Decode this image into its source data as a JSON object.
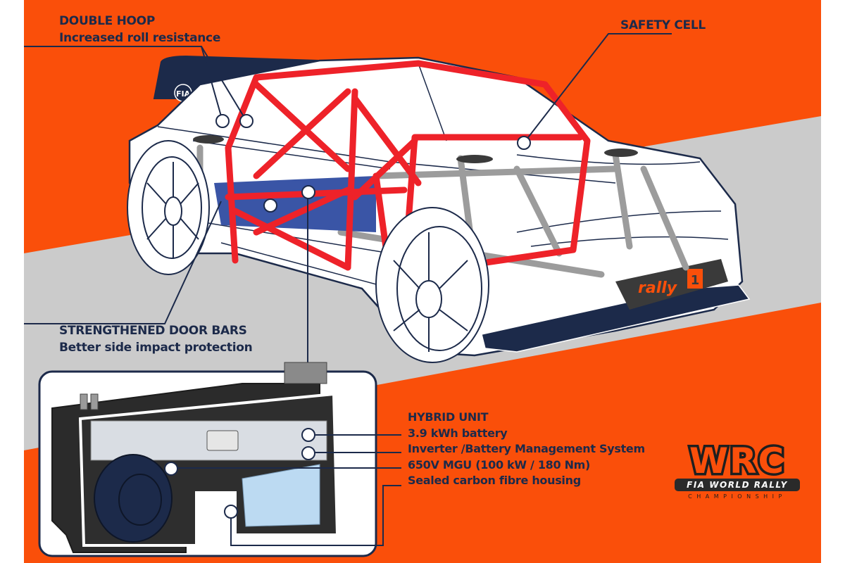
{
  "colors": {
    "background_orange": "#fa4f0a",
    "band_gray": "#cbcbcb",
    "navy": "#1c2a4a",
    "cage_red": "#ee2229",
    "cage_gray": "#9c9c9c",
    "panel_blue": "#3a55a6",
    "coolant_blue": "#bcdaf2"
  },
  "callouts": {
    "double_hoop": {
      "title": "DOUBLE HOOP",
      "subtitle": "Increased roll resistance"
    },
    "safety_cell": {
      "title": "SAFETY CELL"
    },
    "door_bars": {
      "title": "STRENGTHENED DOOR BARS",
      "subtitle": "Better side impact protection"
    },
    "hybrid_unit": {
      "title": "HYBRID UNIT",
      "items": [
        "3.9 kWh battery",
        "Inverter /Battery Management System",
        "650V MGU (100 kW / 180 Nm)",
        "Sealed carbon fibre housing"
      ]
    }
  },
  "car": {
    "wing_badge": "FIA",
    "splitter_badge_text": "rally",
    "splitter_badge_number": "1"
  },
  "logo": {
    "wordmark": "WRC",
    "bar_text": "FIA WORLD RALLY",
    "tagline": "CHAMPIONSHIP"
  }
}
